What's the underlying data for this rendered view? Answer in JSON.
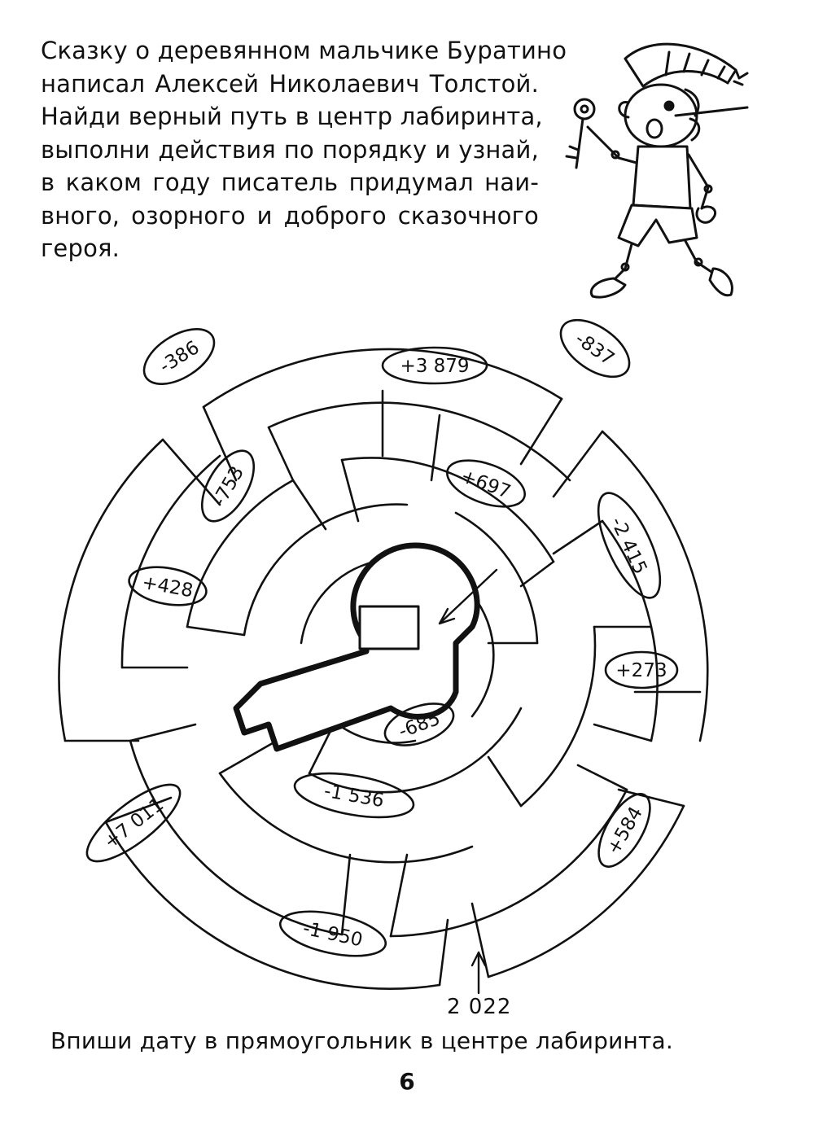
{
  "intro_lines": [
    "Сказку о деревянном мальчике Буратино",
    "написал Алексей Николаевич Толстой.",
    "Найди верный путь в центр лабиринта,",
    "выполни действия по порядку и узнай,",
    "в каком году писатель придумал наи-",
    "вного, озорного и доброго сказочного",
    "героя."
  ],
  "maze_operations": [
    "-386",
    "+3 879",
    "-837",
    "-753",
    "+697",
    "-2 415",
    "+428",
    "+273",
    "-685",
    "-1 536",
    "+7 011",
    "+584",
    "-1 950"
  ],
  "start_number": "2 022",
  "instruction": "Впиши дату в прямоугольник в центре лабиринта.",
  "page_number": "6",
  "icons": {
    "character": "buratino-illustration",
    "maze": "circular-key-maze"
  }
}
